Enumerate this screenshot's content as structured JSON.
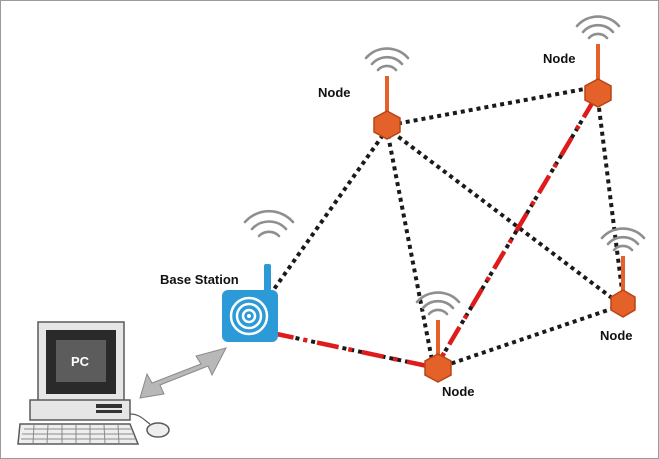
{
  "labels": {
    "node_top": "Node",
    "node_top_right": "Node",
    "node_right": "Node",
    "node_bottom": "Node",
    "base_station": "Base Station",
    "pc": "PC"
  },
  "colors": {
    "node": "#e4622a",
    "node_dark": "#b84515",
    "base_station": "#2b9ad6",
    "route_red": "#e01b1b",
    "link_black": "#1a1a1a",
    "waves": "#8f8f8f"
  },
  "icons": {
    "node": "sensor-node-icon",
    "base_station": "base-station-icon",
    "pc": "pc-icon",
    "link_arrow": "bidirectional-arrow-icon"
  }
}
